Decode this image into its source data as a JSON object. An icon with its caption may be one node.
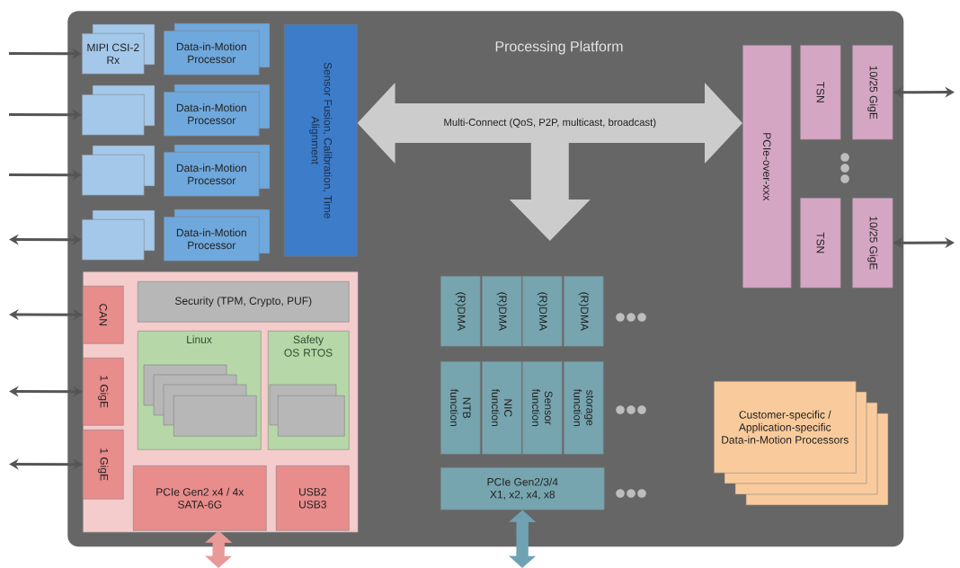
{
  "diagram": {
    "nodes": [
      {
        "text": [
          "Processing Platform"
        ]
      },
      {
        "text": [
          "MIPI CSI-2 Rx"
        ],
        "in": 0
      },
      {
        "text": [
          "Data-in-Motion Processor"
        ],
        "in": 0
      },
      {
        "text": [],
        "shape": "box",
        "in": 0
      },
      {
        "text": [
          "Data-in-Motion Processor"
        ],
        "in": 0
      },
      {
        "text": [],
        "shape": "box",
        "in": 0
      },
      {
        "text": [
          "Data-in-Motion Processor"
        ],
        "in": 0
      },
      {
        "text": [],
        "shape": "box",
        "in": 0
      },
      {
        "text": [
          "Data-in-Motion Processor"
        ],
        "in": 0
      },
      {
        "text": [
          "Sensor Fusion, Calibration, Time Alignment"
        ],
        "in": 0
      },
      {
        "text": [
          "PCIe-over-xxx"
        ],
        "in": 0
      },
      {
        "text": [
          "TSN"
        ],
        "in": 0
      },
      {
        "text": [
          "10/25 GigE"
        ],
        "in": 0
      },
      {
        "text": [
          "TSN"
        ],
        "in": 0
      },
      {
        "text": [
          "10/25 GigE"
        ],
        "in": 0
      },
      {
        "text": [],
        "shape": "box",
        "in": 0
      },
      {
        "text": [
          "CAN"
        ],
        "in": 15
      },
      {
        "text": [
          "1 GigE"
        ],
        "in": 15
      },
      {
        "text": [
          "1 GigE"
        ],
        "in": 15
      },
      {
        "text": [
          "Security (TPM, Crypto, PUF)"
        ],
        "in": 15
      },
      {
        "text": [
          "Linux"
        ],
        "in": 15
      },
      {
        "text": [],
        "shape": "box",
        "in": 20
      },
      {
        "text": [
          "Safety OS RTOS"
        ],
        "in": 15
      },
      {
        "text": [],
        "shape": "box",
        "in": 22
      },
      {
        "text": [
          "PCIe Gen2 x4 / 4x SATA-6G"
        ],
        "in": 15
      },
      {
        "text": [
          "USB2 USB3"
        ],
        "in": 15
      },
      {
        "text": [
          "(R)DMA"
        ],
        "in": 0
      },
      {
        "text": [
          "(R)DMA"
        ],
        "in": 0
      },
      {
        "text": [
          "(R)DMA"
        ],
        "in": 0
      },
      {
        "text": [
          "(R)DMA"
        ],
        "in": 0
      },
      {
        "text": [
          "NTB function"
        ],
        "in": 0
      },
      {
        "text": [
          "NIC function"
        ],
        "in": 0
      },
      {
        "text": [
          "Sensor function"
        ],
        "in": 0
      },
      {
        "text": [
          "storage function"
        ],
        "in": 0
      },
      {
        "text": [
          "PCIe Gen2/3/4 X1, x2, x4, x8"
        ],
        "in": 0
      },
      {
        "text": [
          "Customer-specific / Application-specific Data-in-Motion Processors"
        ],
        "in": 0
      }
    ],
    "edges": [
      {
        "from": null,
        "to": 1,
        "arrow": "to"
      },
      {
        "from": null,
        "to": 3,
        "arrow": "to"
      },
      {
        "from": null,
        "to": 5,
        "arrow": "to"
      },
      {
        "from": null,
        "to": 7,
        "arrow": "both"
      },
      {
        "from": null,
        "to": 16,
        "arrow": "both"
      },
      {
        "from": null,
        "to": 17,
        "arrow": "both"
      },
      {
        "from": null,
        "to": 18,
        "arrow": "both"
      },
      {
        "from": 12,
        "to": null,
        "arrow": "both"
      },
      {
        "from": 14,
        "to": null,
        "arrow": "both"
      },
      {
        "from": 24,
        "to": null,
        "arrow": "both",
        "style": "thick",
        "color": "#e89a98"
      },
      {
        "from": 34,
        "to": null,
        "arrow": "both",
        "style": "thick",
        "color": "#6fa3b3"
      },
      {
        "from": 9,
        "to": 10,
        "arrow": "both",
        "label": "Multi-Connect (QoS, P2P, multicast, broadcast)",
        "style": "thick",
        "color": "#cccccc"
      },
      {
        "from": 9,
        "to": null,
        "arrow": "both",
        "style": "thick",
        "color": "#cccccc"
      },
      {
        "from": 10,
        "to": null,
        "arrow": "both",
        "style": "thick",
        "color": "#cccccc"
      }
    ]
  }
}
